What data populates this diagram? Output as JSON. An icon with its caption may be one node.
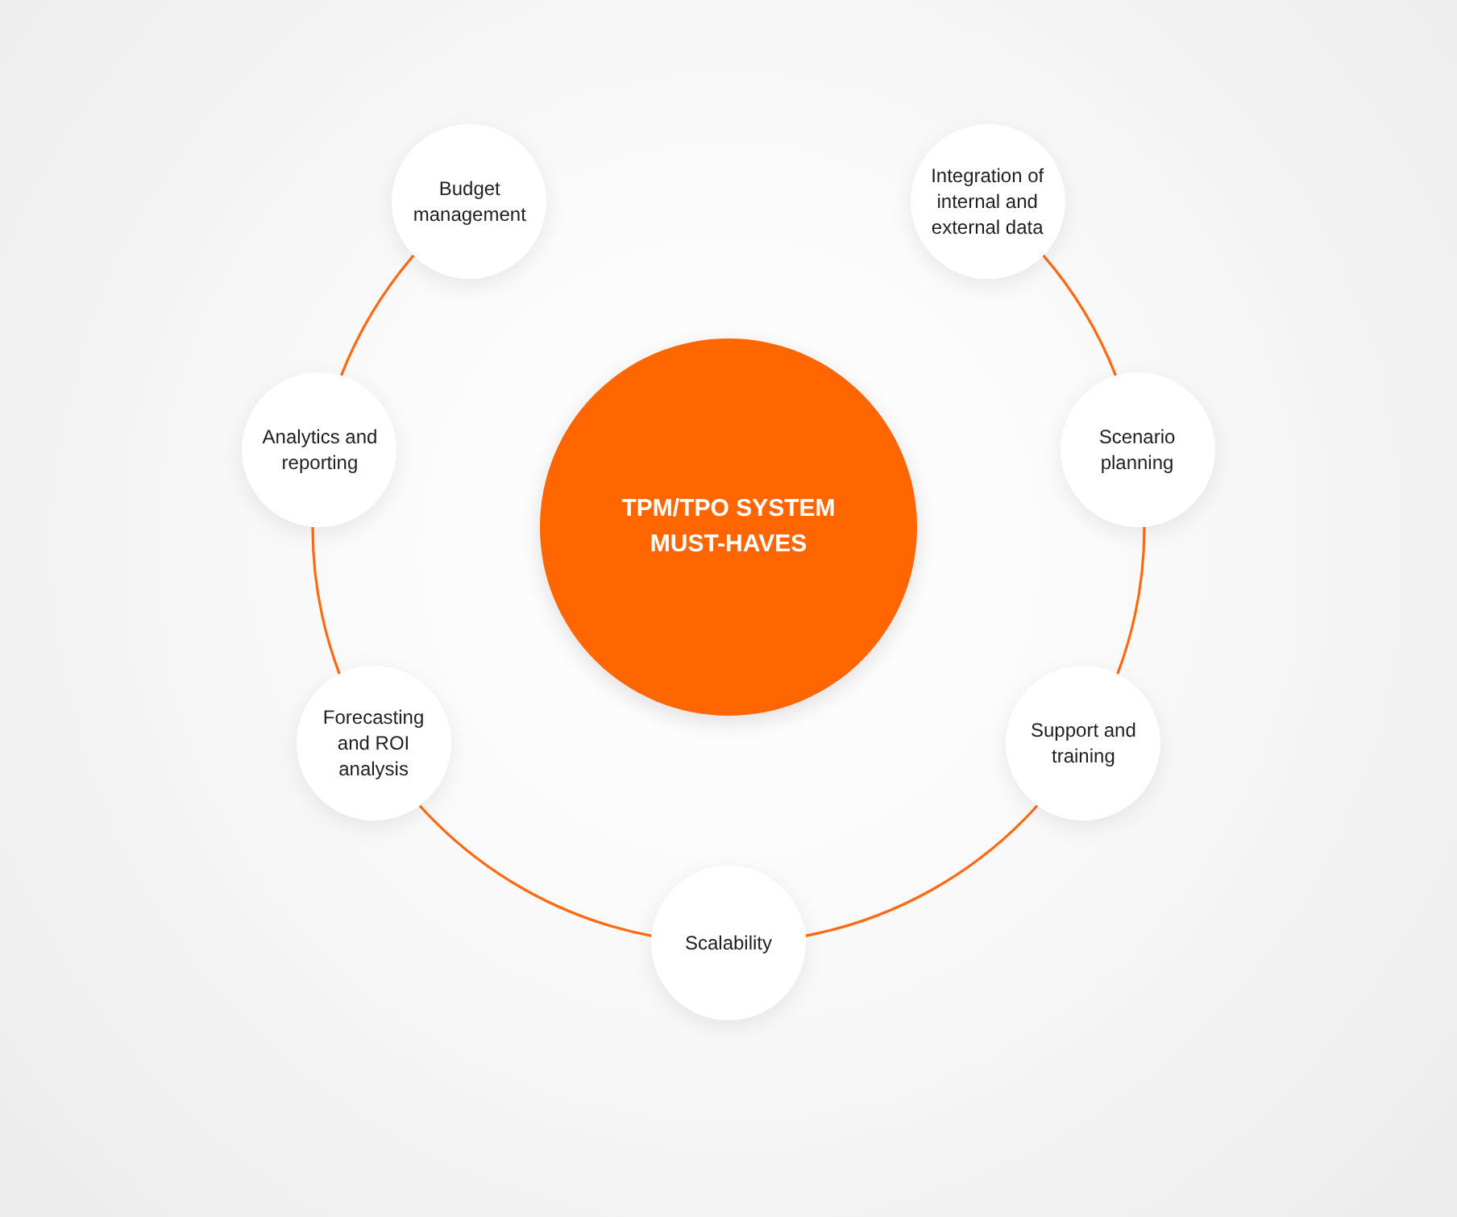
{
  "diagram": {
    "nodes": [
      {
        "text": [
          "TPM/TPO SYSTEM MUST-HAVES"
        ]
      },
      {
        "text": [
          "Budget management"
        ]
      },
      {
        "text": [
          "Integration of internal and external data"
        ]
      },
      {
        "text": [
          "Scenario planning"
        ]
      },
      {
        "text": [
          "Support and training"
        ]
      },
      {
        "text": [
          "Scalability"
        ]
      },
      {
        "text": [
          "Forecasting and ROI analysis"
        ]
      },
      {
        "text": [
          "Analytics and reporting"
        ]
      }
    ],
    "edges": [
      {
        "from": 1,
        "to": 7,
        "arrow": "none"
      },
      {
        "from": 7,
        "to": 6,
        "arrow": "none"
      },
      {
        "from": 6,
        "to": 5,
        "arrow": "none"
      },
      {
        "from": 5,
        "to": 4,
        "arrow": "none"
      },
      {
        "from": 4,
        "to": 3,
        "arrow": "none"
      },
      {
        "from": 3,
        "to": 2,
        "arrow": "none"
      }
    ]
  }
}
